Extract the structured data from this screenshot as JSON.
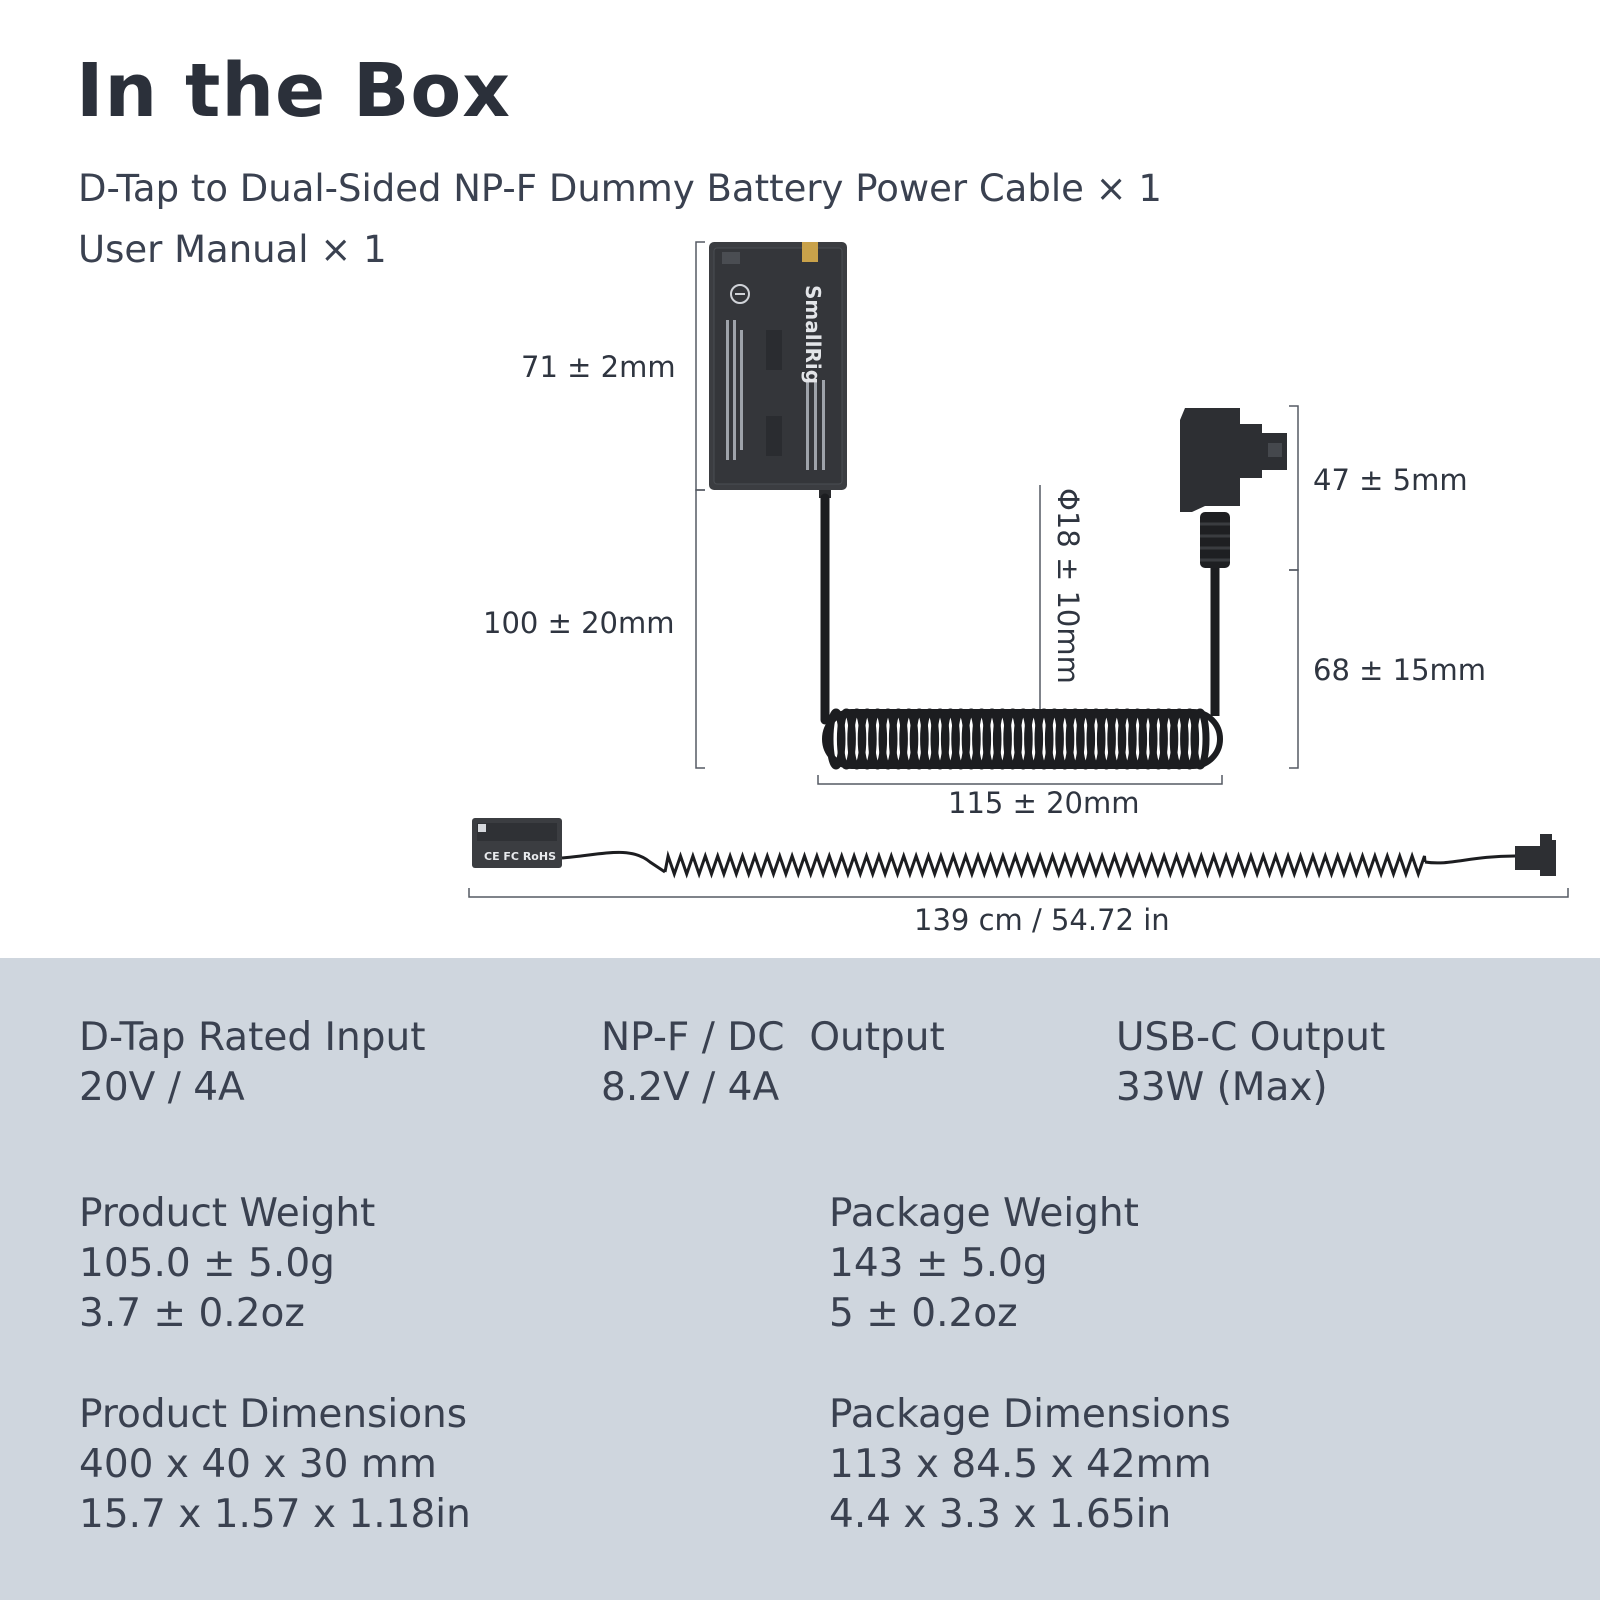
{
  "title": "In the Box",
  "box_items": [
    "D-Tap to Dual-Sided NP-F Dummy Battery Power Cable × 1",
    "User Manual × 1"
  ],
  "dimensions": {
    "battery_height": "71 ± 2mm",
    "vertical_cable": "100 ± 20mm",
    "coil_diameter": "Φ18 ± 10mm",
    "dtap_height": "47 ± 5mm",
    "dtap_cable": "68 ± 15mm",
    "coil_width": "115 ± 20mm",
    "total_length": "139 cm / 54.72 in"
  },
  "product_labels": {
    "brand": "SmallRig",
    "cert_marks": "CE FC RoHS"
  },
  "specs": {
    "dtap_input": {
      "label": "D-Tap Rated Input",
      "values": [
        "20V / 4A"
      ]
    },
    "npf_output": {
      "label": "NP-F / DC  Output",
      "values": [
        "8.2V / 4A"
      ]
    },
    "usbc_output": {
      "label": "USB-C Output",
      "values": [
        "33W (Max)"
      ]
    },
    "product_weight": {
      "label": "Product Weight",
      "values": [
        "105.0 ± 5.0g",
        "3.7 ± 0.2oz"
      ]
    },
    "package_weight": {
      "label": "Package Weight",
      "values": [
        "143 ± 5.0g",
        "5 ± 0.2oz"
      ]
    },
    "product_dimensions": {
      "label": "Product Dimensions",
      "values": [
        "400 x 40 x 30 mm",
        "15.7 x 1.57 x 1.18in"
      ]
    },
    "package_dimensions": {
      "label": "Package Dimensions",
      "values": [
        "113 x 84.5 x 42mm",
        "4.4 x 3.3 x 1.65in"
      ]
    }
  },
  "colors": {
    "spec_panel_bg": "#cfd6de",
    "text_dark": "#2b303a",
    "battery_body": "#3b3d41",
    "cable": "#1c1d20",
    "gold_contact": "#c9a24a"
  }
}
